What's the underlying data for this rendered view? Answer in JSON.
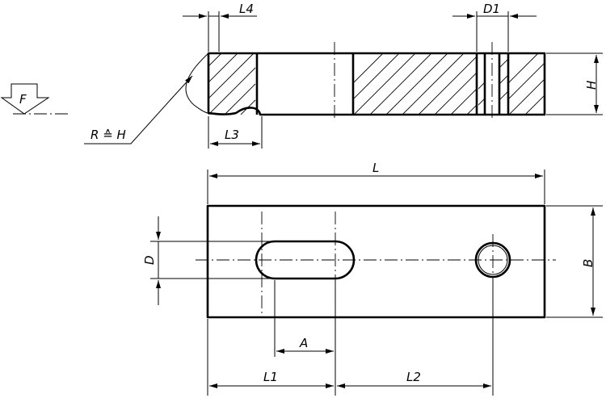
{
  "labels": {
    "L4": "L4",
    "D1": "D1",
    "H": "H",
    "F": "F",
    "R": "R ≙ H",
    "L3": "L3",
    "L": "L",
    "D": "D",
    "B": "B",
    "A": "A",
    "L1": "L1",
    "L2": "L2"
  }
}
